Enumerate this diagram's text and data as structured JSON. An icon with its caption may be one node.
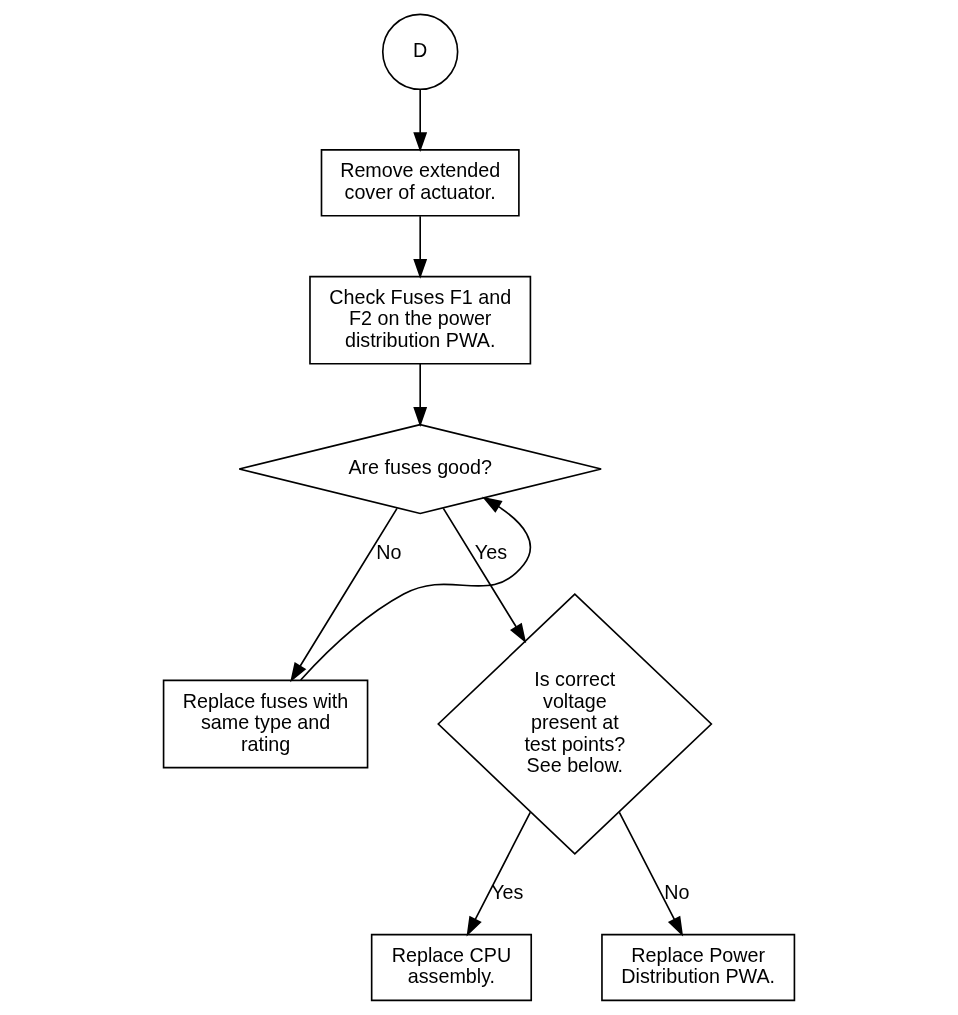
{
  "diagram": {
    "nodes": [
      {
        "text": [
          "D"
        ]
      },
      {
        "text": [
          "Remove extended cover of actuator."
        ]
      },
      {
        "text": [
          "Check Fuses F1 and F2 on the power distribution PWA."
        ]
      },
      {
        "text": [
          "Are fuses good?"
        ]
      },
      {
        "text": [
          "Replace fuses with same type and rating"
        ]
      },
      {
        "text": [
          "Is correct voltage present at test points? See below."
        ]
      },
      {
        "text": [
          "Replace CPU assembly."
        ]
      },
      {
        "text": [
          "Replace Power Distribution PWA."
        ]
      }
    ],
    "edges": [
      {
        "from": 0,
        "to": 1,
        "arrow": "to"
      },
      {
        "from": 1,
        "to": 2,
        "arrow": "to"
      },
      {
        "from": 2,
        "to": 3,
        "arrow": "to"
      },
      {
        "from": 3,
        "to": 5,
        "label": "Yes",
        "arrow": "to"
      },
      {
        "from": 3,
        "to": 4,
        "label": "No",
        "arrow": "to"
      },
      {
        "from": 4,
        "to": 3,
        "arrow": "to"
      },
      {
        "from": 5,
        "to": 6,
        "label": "Yes",
        "arrow": "to"
      },
      {
        "from": 5,
        "to": 7,
        "label": "No",
        "arrow": "to"
      }
    ]
  }
}
